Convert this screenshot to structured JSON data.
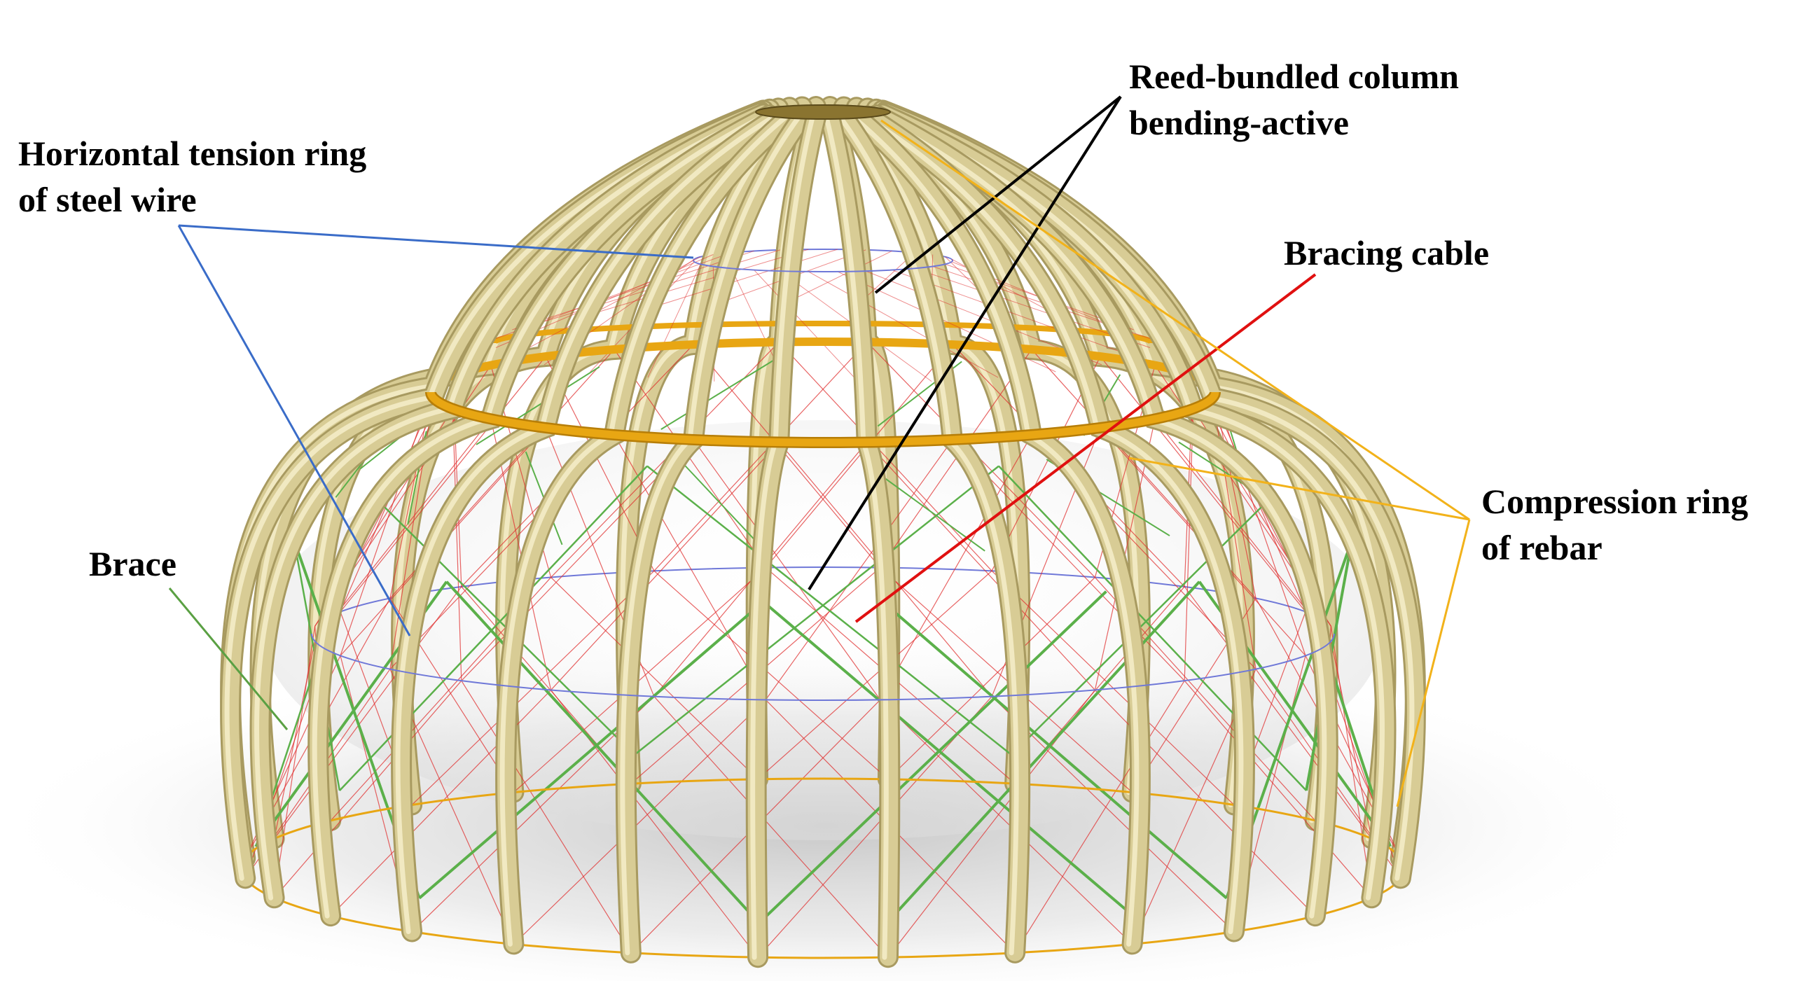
{
  "labels": {
    "tension_ring": [
      "Horizontal tension ring",
      "of steel wire"
    ],
    "reed_column": [
      "Reed-bundled column",
      "bending-active"
    ],
    "bracing_cable": [
      "Bracing cable"
    ],
    "compression_ring": [
      "Compression ring",
      "of rebar"
    ],
    "brace": [
      "Brace"
    ]
  },
  "colors": {
    "reed": "#d8cc95",
    "reed_shadow": "#a89a60",
    "reed_highlight": "#f1e9c2",
    "rebar_ring": "#e8a613",
    "steel_wire": "#6f78d8",
    "bracing_cable": "#e03030",
    "brace": "#5bb04a",
    "leader_tension": "#3a6cc8",
    "leader_reed": "#000000",
    "leader_bracing": "#e01010",
    "leader_compression": "#f2b21a",
    "leader_brace": "#5aa043"
  }
}
